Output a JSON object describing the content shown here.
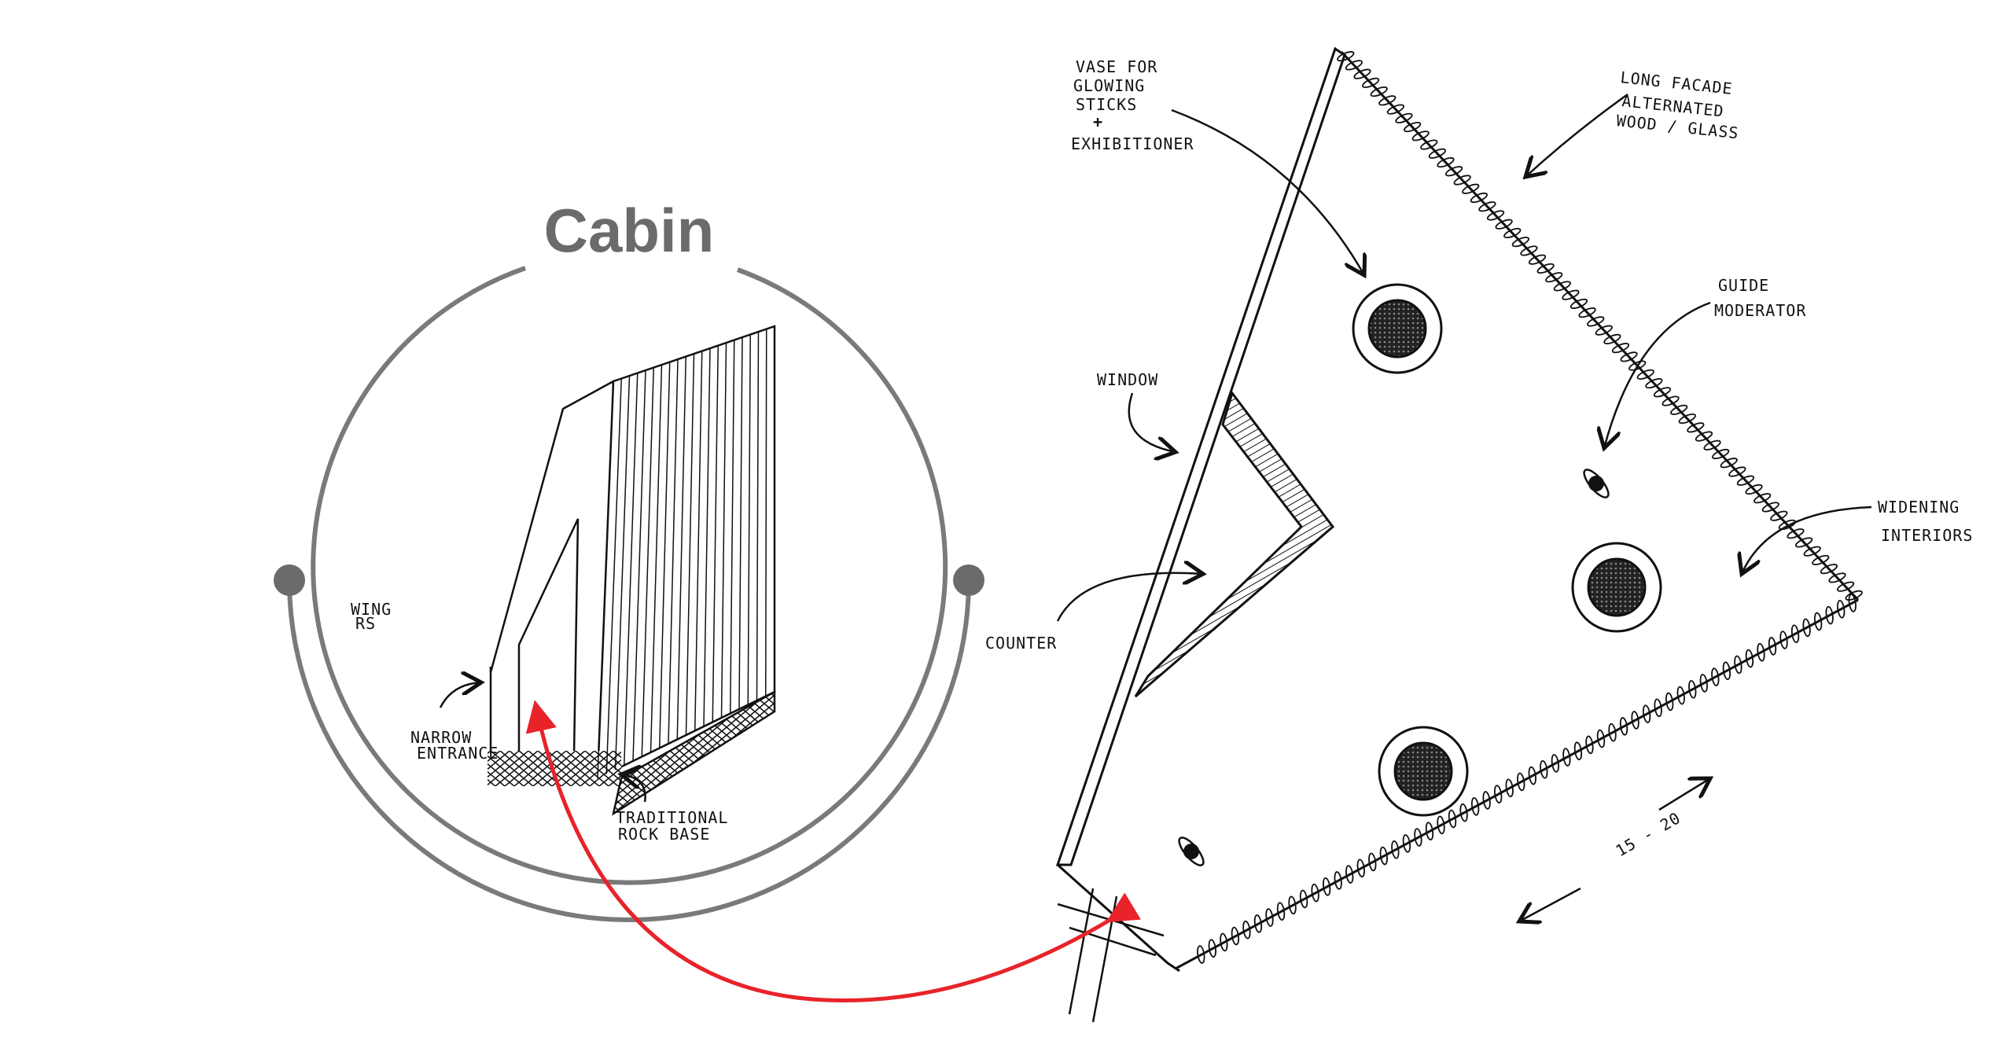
{
  "title": "Cabin",
  "colors": {
    "ring": "#7a7a7a",
    "arrow": "#e8232a",
    "ink": "#111111"
  },
  "cabin_labels": {
    "wing": [
      "WING",
      "RS"
    ],
    "narrow_entrance": [
      "NARROW",
      "ENTRANCE"
    ],
    "rock_base": [
      "TRADITIONAL",
      "ROCK BASE"
    ]
  },
  "plan_labels": {
    "vase": [
      "VASE FOR",
      "GLOWING",
      "STICKS",
      "+",
      "EXHIBITIONER"
    ],
    "long_facade": [
      "LONG FACADE",
      "ALTERNATED",
      "WOOD / GLASS"
    ],
    "guide": [
      "GUIDE",
      "MODERATOR"
    ],
    "widening": [
      "WIDENING",
      "INTERIORS"
    ],
    "window": "WINDOW",
    "counter": "COUNTER",
    "dimension": "15 - 20"
  }
}
